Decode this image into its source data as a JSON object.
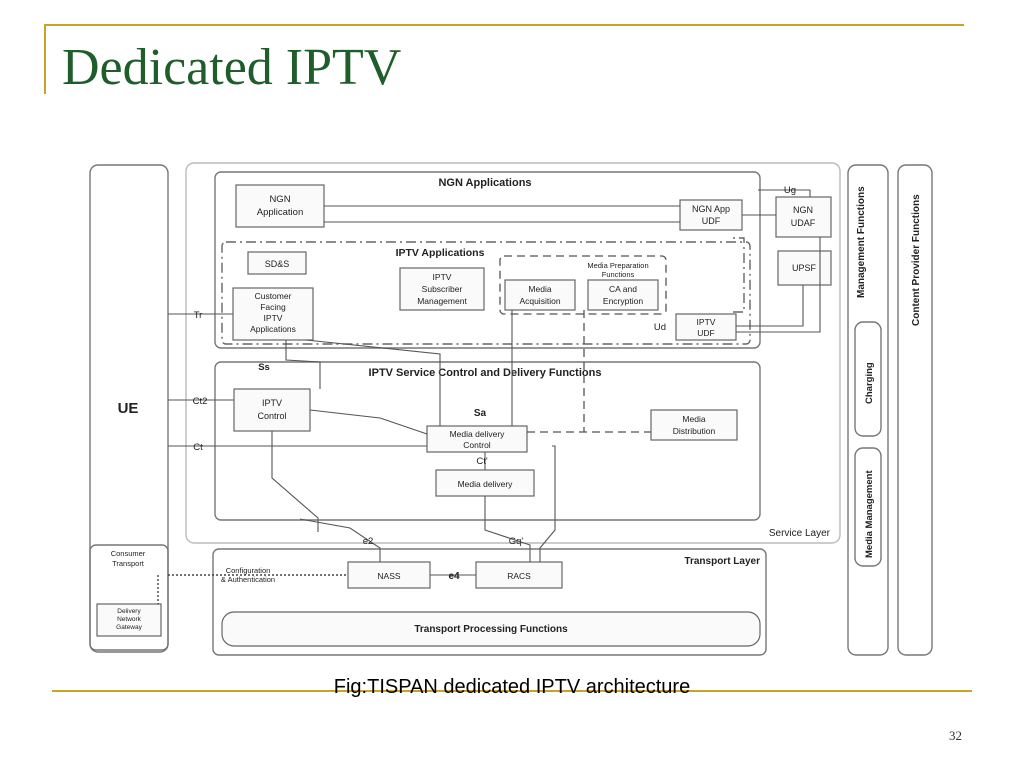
{
  "slide": {
    "title": "Dedicated IPTV",
    "caption": "Fig:TISPAN dedicated IPTV architecture",
    "page_number": "32"
  },
  "diagram": {
    "ue": "UE",
    "ngn_applications": "NGN Applications",
    "ngn_application": [
      "NGN",
      "Application"
    ],
    "ngn_app_udf": [
      "NGN App",
      "UDF"
    ],
    "ngn_udaf": [
      "NGN",
      "UDAF"
    ],
    "upsf": "UPSF",
    "iptv_applications": "IPTV Applications",
    "sds": "SD&S",
    "customer_facing": [
      "Customer",
      "Facing",
      "IPTV",
      "Applications"
    ],
    "iptv_subscriber_mgmt": [
      "IPTV",
      "Subscriber",
      "Management"
    ],
    "media_preparation": [
      "Media Preparation",
      "Functions"
    ],
    "media_acquisition": [
      "Media",
      "Acquisition"
    ],
    "ca_encryption": [
      "CA and",
      "Encryption"
    ],
    "iptv_udf": [
      "IPTV",
      "UDF"
    ],
    "iptv_service_control": "IPTV Service Control and Delivery Functions",
    "iptv_control": [
      "IPTV",
      "Control"
    ],
    "media_delivery_control": [
      "Media delivery",
      "Control"
    ],
    "media_distribution": [
      "Media",
      "Distribution"
    ],
    "media_delivery": "Media delivery",
    "service_layer": "Service Layer",
    "transport_layer": "Transport Layer",
    "consumer_transport": [
      "Consumer",
      "Transport"
    ],
    "delivery_network_gateway": [
      "Delivery",
      "Network",
      "Gateway"
    ],
    "config_auth": [
      "Configuration",
      "& Authentication"
    ],
    "nass": "NASS",
    "racs": "RACS",
    "transport_processing": "Transport Processing Functions",
    "management_functions": "Management Functions",
    "content_provider_functions": "Content Provider Functions",
    "charging": "Charging",
    "media_management": "Media Management",
    "ref_points": {
      "ug": "Ug",
      "ud": "Ud",
      "tr": "Tr",
      "ss": "Ss",
      "ct2": "Ct2",
      "ct": "Ct",
      "sa": "Sa",
      "ct_prime": "Ct'",
      "e2": "e2",
      "gq_prime": "Gq'",
      "e4": "e4"
    }
  }
}
